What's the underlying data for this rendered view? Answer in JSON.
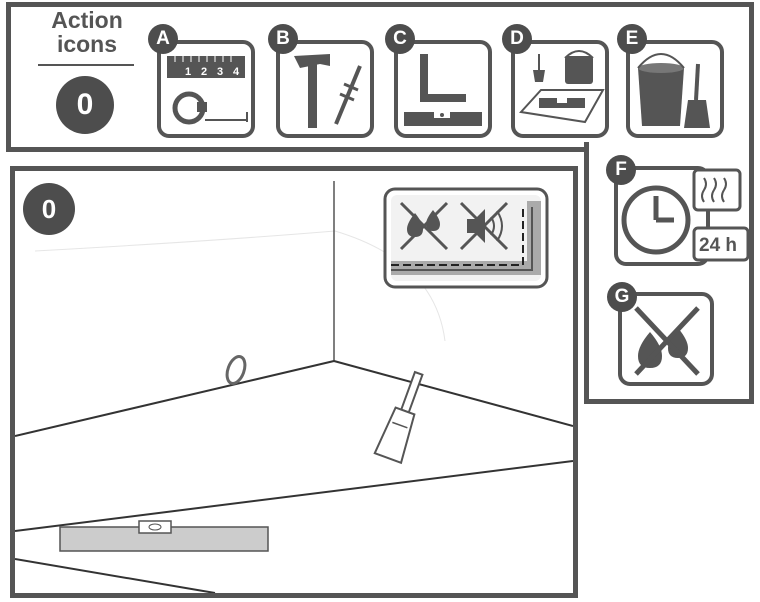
{
  "legend": {
    "title_line1": "Action",
    "title_line2": "icons",
    "step_number": "0"
  },
  "icons": [
    {
      "letter": "A",
      "name": "measuring-tape-icon",
      "ruler_numbers": [
        "1",
        "2",
        "3",
        "4"
      ]
    },
    {
      "letter": "B",
      "name": "hammer-and-screw-icon"
    },
    {
      "letter": "C",
      "name": "try-square-and-level-icon"
    },
    {
      "letter": "D",
      "name": "leveling-floor-icon"
    },
    {
      "letter": "E",
      "name": "bucket-and-brush-icon"
    },
    {
      "letter": "F",
      "name": "drying-time-icon",
      "duration": "24 h"
    },
    {
      "letter": "G",
      "name": "no-moisture-icon"
    }
  ],
  "scene": {
    "step_number": "0",
    "inset_icons": [
      "no-moisture-icon",
      "no-sound-icon",
      "floor-edge-detail-icon"
    ],
    "tools": [
      "paint-brush",
      "spirit-level",
      "pipe-outlet"
    ]
  },
  "colors": {
    "frame": "#555555",
    "badge": "#4d4d4d",
    "light_fill": "#cccccc"
  }
}
